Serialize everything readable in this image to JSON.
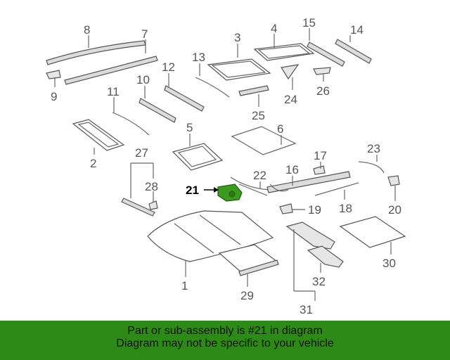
{
  "diagram": {
    "highlighted_part": "21",
    "highlight_color": "#3c9a1e",
    "callouts": [
      "1",
      "2",
      "3",
      "4",
      "5",
      "6",
      "7",
      "8",
      "9",
      "10",
      "11",
      "12",
      "13",
      "14",
      "15",
      "16",
      "17",
      "18",
      "19",
      "20",
      "21",
      "22",
      "23",
      "24",
      "25",
      "26",
      "27",
      "28",
      "29",
      "30",
      "31",
      "32"
    ]
  },
  "footer": {
    "line1": "Part or sub-assembly is #21 in diagram",
    "line2": "Diagram may not be specific to your vehicle",
    "background": "#2d8a17"
  }
}
